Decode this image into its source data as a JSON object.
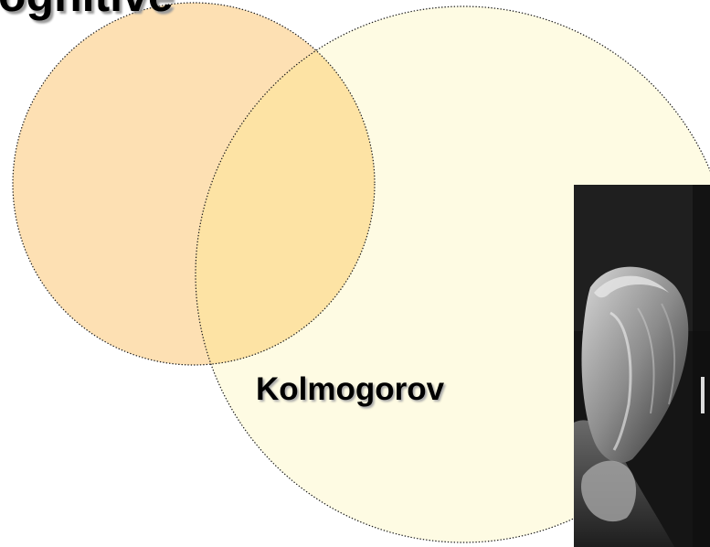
{
  "slide": {
    "heading_text": "ognitive",
    "label_kolmogorov": "Kolmogorov"
  },
  "colors": {
    "circle_left_fill": "#fde0b3",
    "circle_right_fill": "#fefbe3",
    "overlap_fill": "#fde3a4",
    "outline": "#1a1a1a",
    "photo_background": "#151515"
  },
  "photo": {
    "description_icon": "portrait-photo"
  }
}
